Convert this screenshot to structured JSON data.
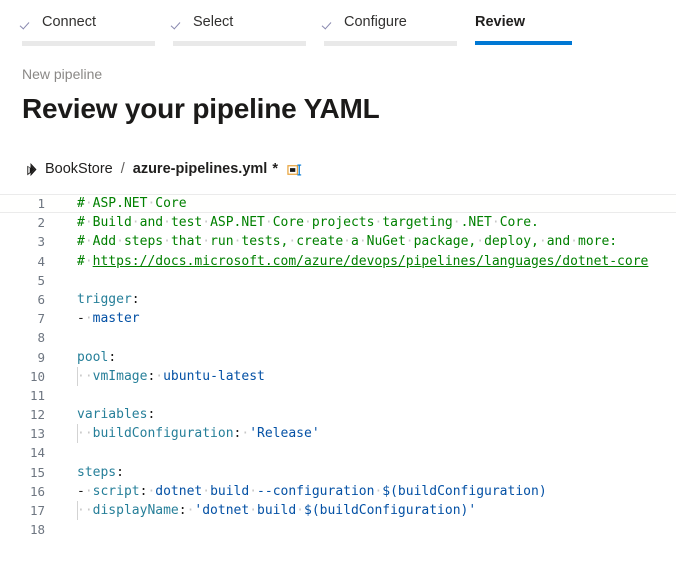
{
  "wizard": {
    "steps": [
      {
        "label": "Connect",
        "state": "complete",
        "icon": "check-icon"
      },
      {
        "label": "Select",
        "state": "complete",
        "icon": "check-icon"
      },
      {
        "label": "Configure",
        "state": "complete",
        "icon": "check-icon"
      },
      {
        "label": "Review",
        "state": "active",
        "icon": ""
      }
    ],
    "accent_color": "#0078d4",
    "complete_bar_color": "#e9e9e9",
    "check_color": "#8a8ab0"
  },
  "header": {
    "eyebrow": "New pipeline",
    "title": "Review your pipeline YAML"
  },
  "filebar": {
    "repo_icon": "azure-repos-diamond-icon",
    "repo": "BookStore",
    "separator": "/",
    "filename": "azure-pipelines.yml",
    "dirty_marker": "*",
    "edit_icon": "editor-settings-icon"
  },
  "editor": {
    "language": "yaml",
    "current_line": 1,
    "lines": [
      {
        "n": "1",
        "guide": false,
        "tokens": [
          {
            "t": "# ASP.NET Core",
            "c": "comment"
          }
        ]
      },
      {
        "n": "2",
        "guide": false,
        "tokens": [
          {
            "t": "# Build and test ASP.NET Core projects targeting .NET Core.",
            "c": "comment"
          }
        ]
      },
      {
        "n": "3",
        "guide": false,
        "tokens": [
          {
            "t": "# Add steps that run tests, create a NuGet package, deploy, and more:",
            "c": "comment"
          }
        ]
      },
      {
        "n": "4",
        "guide": false,
        "tokens": [
          {
            "t": "# ",
            "c": "comment"
          },
          {
            "t": "https://docs.microsoft.com/azure/devops/pipelines/languages/dotnet-core",
            "c": "link"
          }
        ]
      },
      {
        "n": "5",
        "guide": false,
        "tokens": []
      },
      {
        "n": "6",
        "guide": false,
        "tokens": [
          {
            "t": "trigger",
            "c": "key"
          },
          {
            "t": ":",
            "c": "punct"
          }
        ]
      },
      {
        "n": "7",
        "guide": false,
        "tokens": [
          {
            "t": "-",
            "c": "dash"
          },
          {
            "t": " ",
            "c": "ws"
          },
          {
            "t": "master",
            "c": "val"
          }
        ]
      },
      {
        "n": "8",
        "guide": false,
        "tokens": []
      },
      {
        "n": "9",
        "guide": false,
        "tokens": [
          {
            "t": "pool",
            "c": "key"
          },
          {
            "t": ":",
            "c": "punct"
          }
        ]
      },
      {
        "n": "10",
        "guide": true,
        "tokens": [
          {
            "t": "  ",
            "c": "ws"
          },
          {
            "t": "vmImage",
            "c": "key"
          },
          {
            "t": ":",
            "c": "punct"
          },
          {
            "t": " ",
            "c": "ws"
          },
          {
            "t": "ubuntu-latest",
            "c": "val"
          }
        ]
      },
      {
        "n": "11",
        "guide": false,
        "tokens": []
      },
      {
        "n": "12",
        "guide": false,
        "tokens": [
          {
            "t": "variables",
            "c": "key"
          },
          {
            "t": ":",
            "c": "punct"
          }
        ]
      },
      {
        "n": "13",
        "guide": true,
        "tokens": [
          {
            "t": "  ",
            "c": "ws"
          },
          {
            "t": "buildConfiguration",
            "c": "key"
          },
          {
            "t": ":",
            "c": "punct"
          },
          {
            "t": " ",
            "c": "ws"
          },
          {
            "t": "'Release'",
            "c": "val"
          }
        ]
      },
      {
        "n": "14",
        "guide": false,
        "tokens": []
      },
      {
        "n": "15",
        "guide": false,
        "tokens": [
          {
            "t": "steps",
            "c": "key"
          },
          {
            "t": ":",
            "c": "punct"
          }
        ]
      },
      {
        "n": "16",
        "guide": false,
        "tokens": [
          {
            "t": "-",
            "c": "dash"
          },
          {
            "t": " ",
            "c": "ws"
          },
          {
            "t": "script",
            "c": "key"
          },
          {
            "t": ":",
            "c": "punct"
          },
          {
            "t": " ",
            "c": "ws"
          },
          {
            "t": "dotnet build --configuration $(buildConfiguration)",
            "c": "val"
          }
        ]
      },
      {
        "n": "17",
        "guide": true,
        "tokens": [
          {
            "t": "  ",
            "c": "ws"
          },
          {
            "t": "displayName",
            "c": "key"
          },
          {
            "t": ":",
            "c": "punct"
          },
          {
            "t": " ",
            "c": "ws"
          },
          {
            "t": "'dotnet build $(buildConfiguration)'",
            "c": "val"
          }
        ]
      },
      {
        "n": "18",
        "guide": false,
        "tokens": []
      }
    ]
  }
}
